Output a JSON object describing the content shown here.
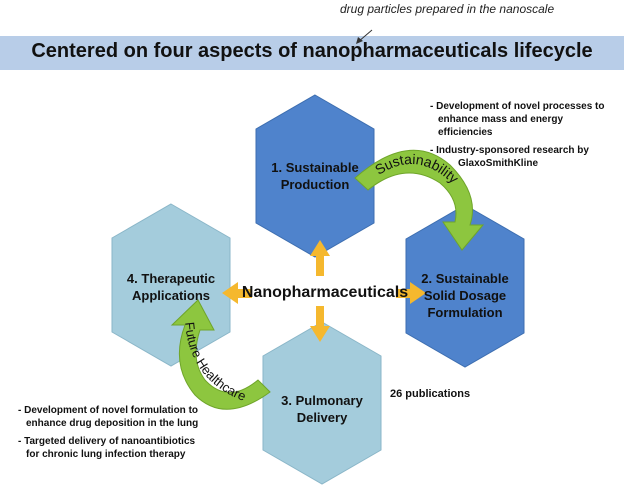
{
  "annotation_top": "drug particles prepared in the nanoscale",
  "title": "Centered on four aspects of nanopharmaceuticals lifecycle",
  "center": "Nanopharmaceuticals",
  "hexagons": {
    "production": {
      "line1": "1. Sustainable",
      "line2": "Production",
      "color": "#4f83cc"
    },
    "formulation": {
      "line1": "2. Sustainable",
      "line2": "Solid Dosage",
      "line3": "Formulation",
      "color": "#4f83cc"
    },
    "pulmonary": {
      "line1": "3. Pulmonary",
      "line2": "Delivery",
      "color": "#a4ccdc"
    },
    "therapeutic": {
      "line1": "4. Therapeutic",
      "line2": "Applications",
      "color": "#a4ccdc"
    }
  },
  "arcs": {
    "sustainability": "Sustainability",
    "future_healthcare": "Future Healthcare",
    "color": "#8dc63f"
  },
  "arrow_color": "#f5b82e",
  "notes": {
    "top_right_1a": "- Development of novel processes to",
    "top_right_1b": "enhance mass and energy efficiencies",
    "top_right_2a": "-   Industry-sponsored research by",
    "top_right_2b": "GlaxoSmithKline",
    "publications": "26 publications",
    "bottom_left_1a": "- Development of novel formulation to",
    "bottom_left_1b": "enhance drug deposition in the lung",
    "bottom_left_2a": "- Targeted delivery of nanoantibiotics",
    "bottom_left_2b": "for chronic lung infection therapy"
  }
}
